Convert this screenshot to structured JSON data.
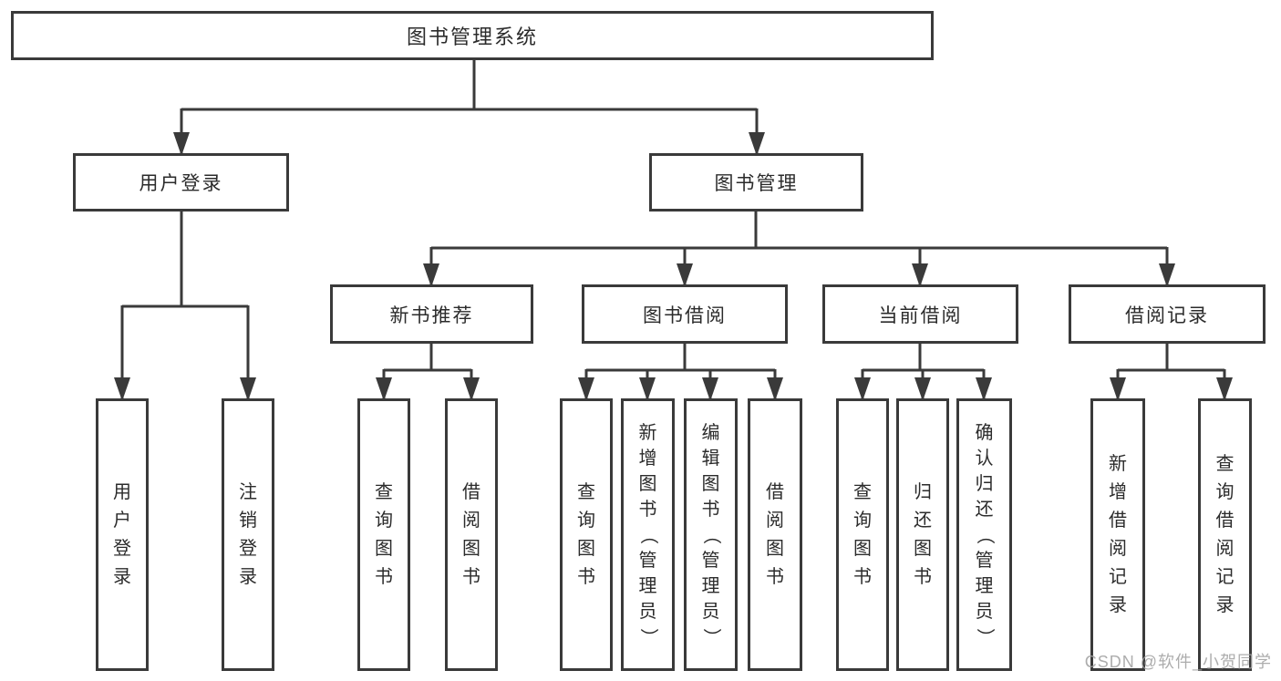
{
  "tree": {
    "root": "图书管理系统",
    "children": [
      {
        "label": "用户登录",
        "leaves": [
          "用户登录",
          "注销登录"
        ]
      },
      {
        "label": "图书管理",
        "children": [
          {
            "label": "新书推荐",
            "leaves": [
              "查询图书",
              "借阅图书"
            ]
          },
          {
            "label": "图书借阅",
            "leaves": [
              "查询图书",
              "新增图书（管理员）",
              "编辑图书（管理员）",
              "借阅图书"
            ]
          },
          {
            "label": "当前借阅",
            "leaves": [
              "查询图书",
              "归还图书",
              "确认归还（管理员）"
            ]
          },
          {
            "label": "借阅记录",
            "leaves": [
              "新增借阅记录",
              "查询借阅记录"
            ]
          }
        ]
      }
    ]
  },
  "watermark": "CSDN @软件_小贺同学",
  "colors": {
    "line": "#3a3a3a",
    "text": "#2b2b2b",
    "background": "#ffffff",
    "watermark": "#a4a4a4"
  }
}
